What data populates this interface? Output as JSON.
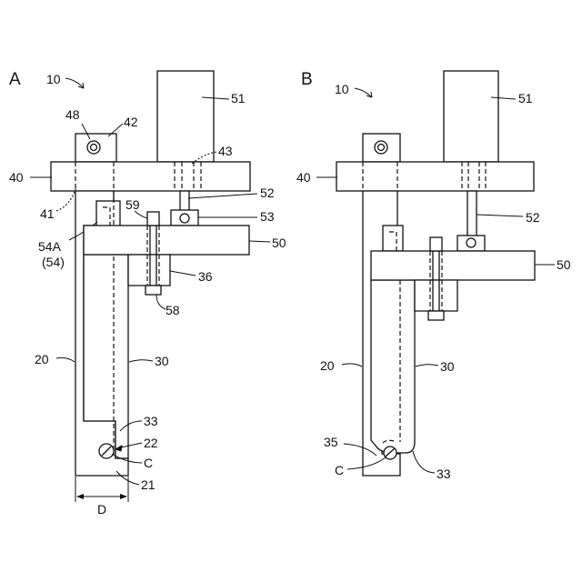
{
  "panel_a": {
    "letter": "A",
    "labels": {
      "assembly": "10",
      "fixture_plate": "40",
      "bracket": "42",
      "hole": "48",
      "column": "51",
      "hidden_bore": "43",
      "plate_edge": "41",
      "rod": "52",
      "collar": "53",
      "block": "50",
      "clamp_id": "54A",
      "clamp_group": "(54)",
      "nut": "59",
      "nut_plate": "36",
      "bolt": "58",
      "outer_arm": "20",
      "inner_arm": "30",
      "step": "33",
      "pivot_arrow": "22",
      "pivot": "C",
      "pin": "21",
      "width": "D"
    }
  },
  "panel_b": {
    "letter": "B",
    "labels": {
      "assembly": "10",
      "column": "51",
      "fixture_plate": "40",
      "rod": "52",
      "block": "50",
      "outer_arm": "20",
      "inner_arm": "30",
      "gap": "35",
      "pivot": "C",
      "step": "33"
    }
  }
}
